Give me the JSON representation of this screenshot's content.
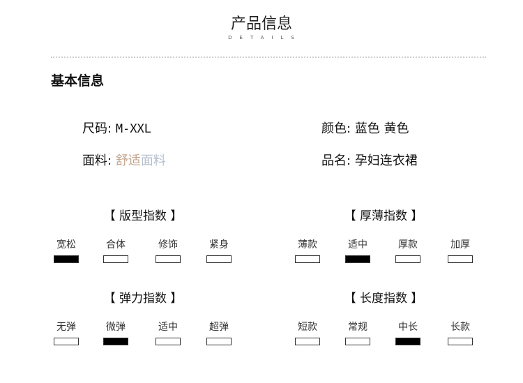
{
  "header": {
    "title": "产品信息",
    "subtitle": "DETAILS"
  },
  "section_title": "基本信息",
  "info": {
    "size_label": "尺码:",
    "size_value": "M-XXL",
    "color_label": "颜色:",
    "color_value": "蓝色 黄色",
    "fabric_label": "面料:",
    "fabric_value_a": "舒适",
    "fabric_value_b": "面料",
    "name_label": "品名:",
    "name_value": "孕妇连衣裙"
  },
  "indices": [
    {
      "title": "【 版型指数 】",
      "options": [
        "宽松",
        "合体",
        "修饰",
        "紧身"
      ],
      "selected": 0
    },
    {
      "title": "【 厚薄指数 】",
      "options": [
        "薄款",
        "适中",
        "厚款",
        "加厚"
      ],
      "selected": 1
    },
    {
      "title": "【 弹力指数 】",
      "options": [
        "无弹",
        "微弹",
        "适中",
        "超弹"
      ],
      "selected": 1
    },
    {
      "title": "【 长度指数 】",
      "options": [
        "短款",
        "常规",
        "中长",
        "长款"
      ],
      "selected": 2
    }
  ]
}
